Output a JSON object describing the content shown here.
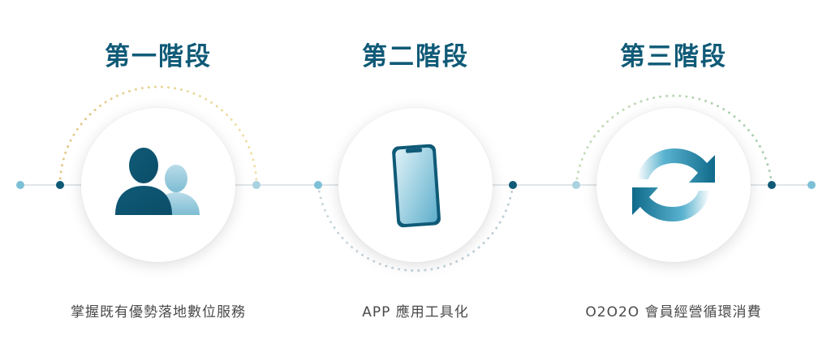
{
  "stages": [
    {
      "title": "第一階段",
      "caption": "掌握既有優勢落地數位服務",
      "icon": "users-icon"
    },
    {
      "title": "第二階段",
      "caption": "APP 應用工具化",
      "icon": "smartphone-icon"
    },
    {
      "title": "第三階段",
      "caption": "O2O2O 會員經營循環消費",
      "icon": "refresh-cycle-icon"
    }
  ],
  "colors": {
    "title": "#0f5a77",
    "node_dark": "#0f5a77",
    "node_light": "#7cc0d6",
    "line": "#d7dde0",
    "caption": "#4a4a4a"
  }
}
